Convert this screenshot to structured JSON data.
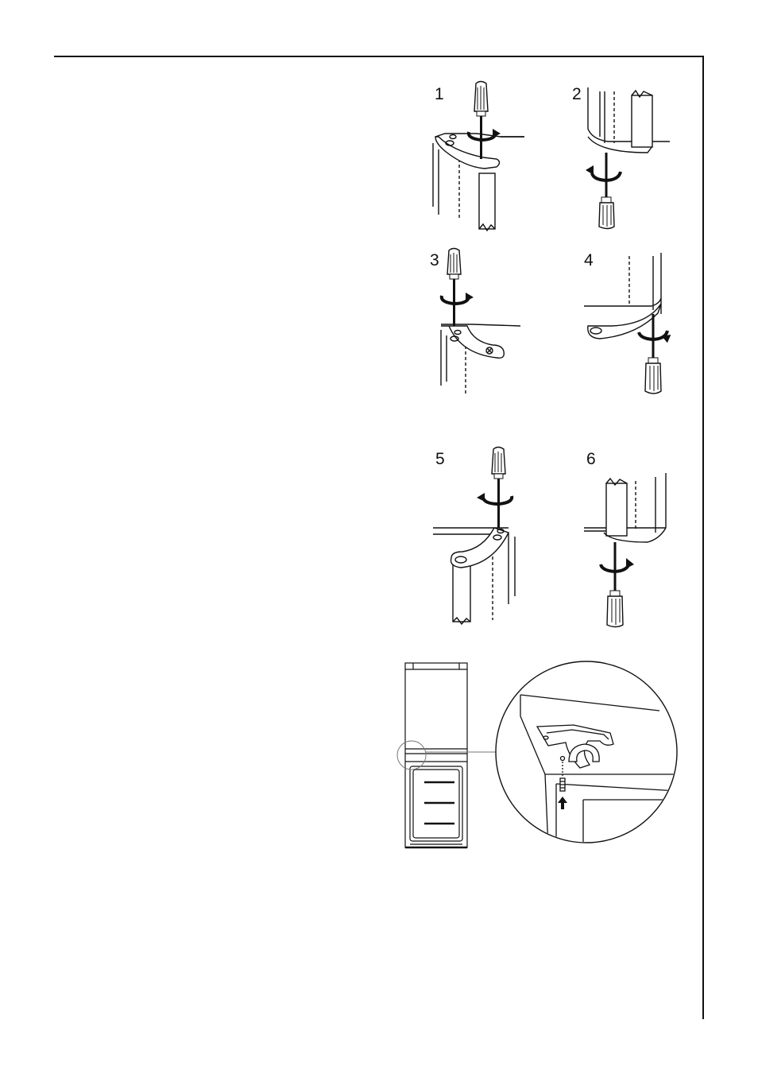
{
  "steps": [
    {
      "number": "1",
      "tool": "screwdriver-icon",
      "rotation": "clockwise-arrow-icon"
    },
    {
      "number": "2",
      "tool": "screwdriver-icon",
      "rotation": "clockwise-arrow-icon"
    },
    {
      "number": "3",
      "tool": "screwdriver-icon",
      "rotation": "clockwise-arrow-icon"
    },
    {
      "number": "4",
      "tool": "screwdriver-icon",
      "rotation": "clockwise-arrow-icon"
    },
    {
      "number": "5",
      "tool": "screwdriver-icon",
      "rotation": "counterclockwise-arrow-icon"
    },
    {
      "number": "6",
      "tool": "screwdriver-icon",
      "rotation": "clockwise-arrow-icon"
    }
  ],
  "detail_figure": {
    "subject": "fridge-freezer-icon",
    "detail": "hinge-detail-icon",
    "arrow": "up-arrow-icon"
  },
  "colors": {
    "ink": "#111111",
    "paper": "#ffffff",
    "hatch": "#e8e8e8"
  }
}
